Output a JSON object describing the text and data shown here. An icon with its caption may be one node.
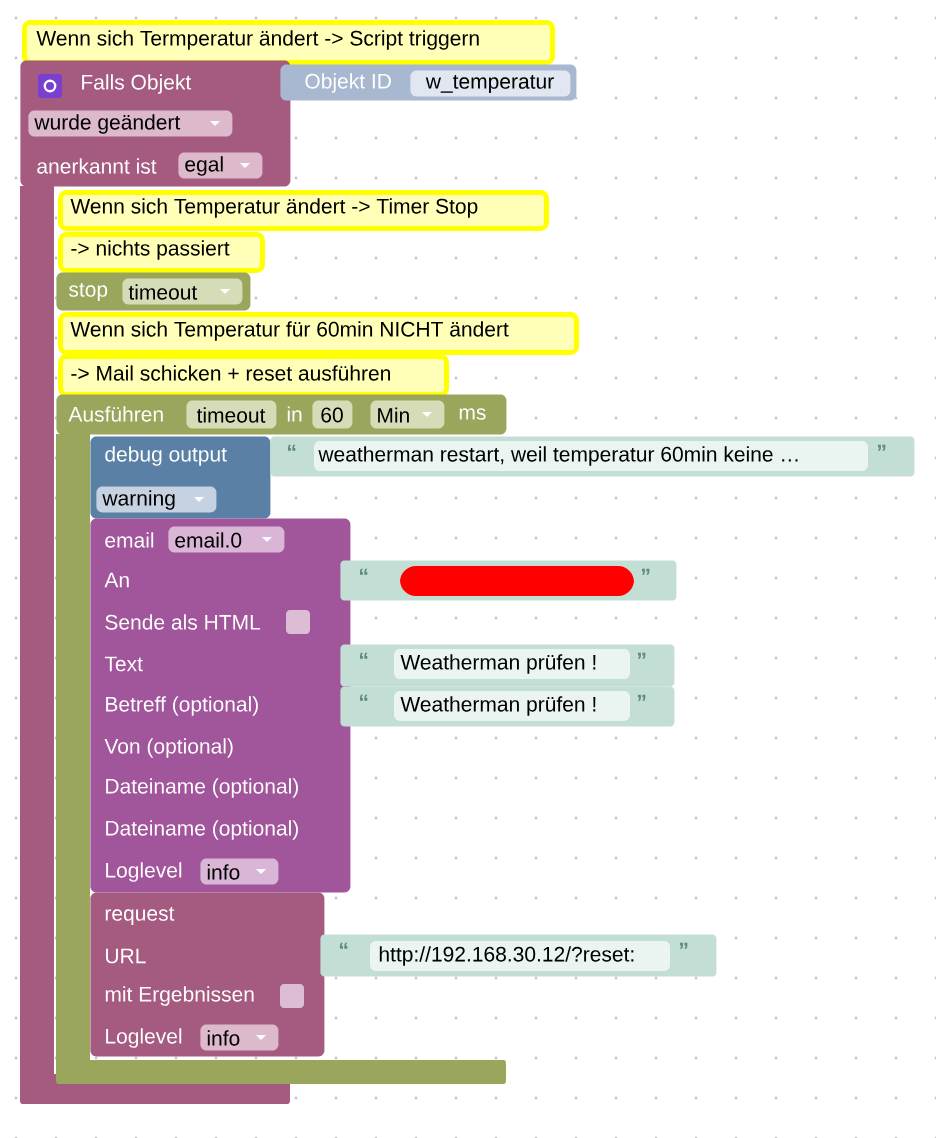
{
  "diagram": {
    "nodes": [
      {
        "text": [
          "Wenn sich Termperatur ändert -> Script triggern"
        ]
      },
      {
        "text": [
          "Falls Objekt",
          "anerkannt ist"
        ]
      },
      {
        "text": [
          "wurde geändert"
        ],
        "in": 1
      },
      {
        "text": [
          "egal"
        ],
        "in": 1
      },
      {
        "text": [
          "Objekt ID"
        ]
      },
      {
        "text": [
          "w_temperatur"
        ],
        "in": 4
      },
      {
        "text": [
          "Wenn sich Temperatur ändert -> Timer Stop"
        ]
      },
      {
        "text": [
          "-> nichts passiert"
        ]
      },
      {
        "text": [
          "stop"
        ]
      },
      {
        "text": [
          "timeout"
        ],
        "in": 8
      },
      {
        "text": [
          "Wenn sich Temperatur für 60min NICHT ändert"
        ]
      },
      {
        "text": [
          "-> Mail schicken + reset ausführen"
        ]
      },
      {
        "text": [
          "Ausführen",
          "in",
          "ms"
        ]
      },
      {
        "text": [
          "timeout"
        ],
        "in": 12
      },
      {
        "text": [
          "60"
        ],
        "in": 12
      },
      {
        "text": [
          "Min"
        ],
        "in": 12
      },
      {
        "text": [
          "debug output"
        ]
      },
      {
        "text": [
          "warning"
        ],
        "in": 16
      },
      {
        "text": [
          "“",
          "weatherman restart, weil temperatur 60min keine …",
          "”"
        ]
      },
      {
        "text": [
          "email",
          "An",
          "Sende als HTML",
          "Text",
          "Betreff (optional)",
          "Von (optional)",
          "Dateiname (optional)",
          "Dateiname (optional)",
          "Loglevel"
        ]
      },
      {
        "text": [
          "email.0"
        ],
        "in": 19
      },
      {
        "text": [
          "info"
        ],
        "in": 19
      },
      {
        "text": [
          "“",
          "”"
        ]
      },
      {
        "text": [
          "“",
          "Weatherman prüfen !",
          "”"
        ]
      },
      {
        "text": [
          "“",
          "Weatherman prüfen !",
          "”"
        ]
      },
      {
        "text": [
          "request",
          "URL",
          "mit Ergebnissen",
          "Loglevel"
        ]
      },
      {
        "text": [
          "info"
        ],
        "in": 25
      },
      {
        "text": [
          "“",
          "http://192.168.30.12/?reset:",
          "”"
        ]
      }
    ]
  }
}
